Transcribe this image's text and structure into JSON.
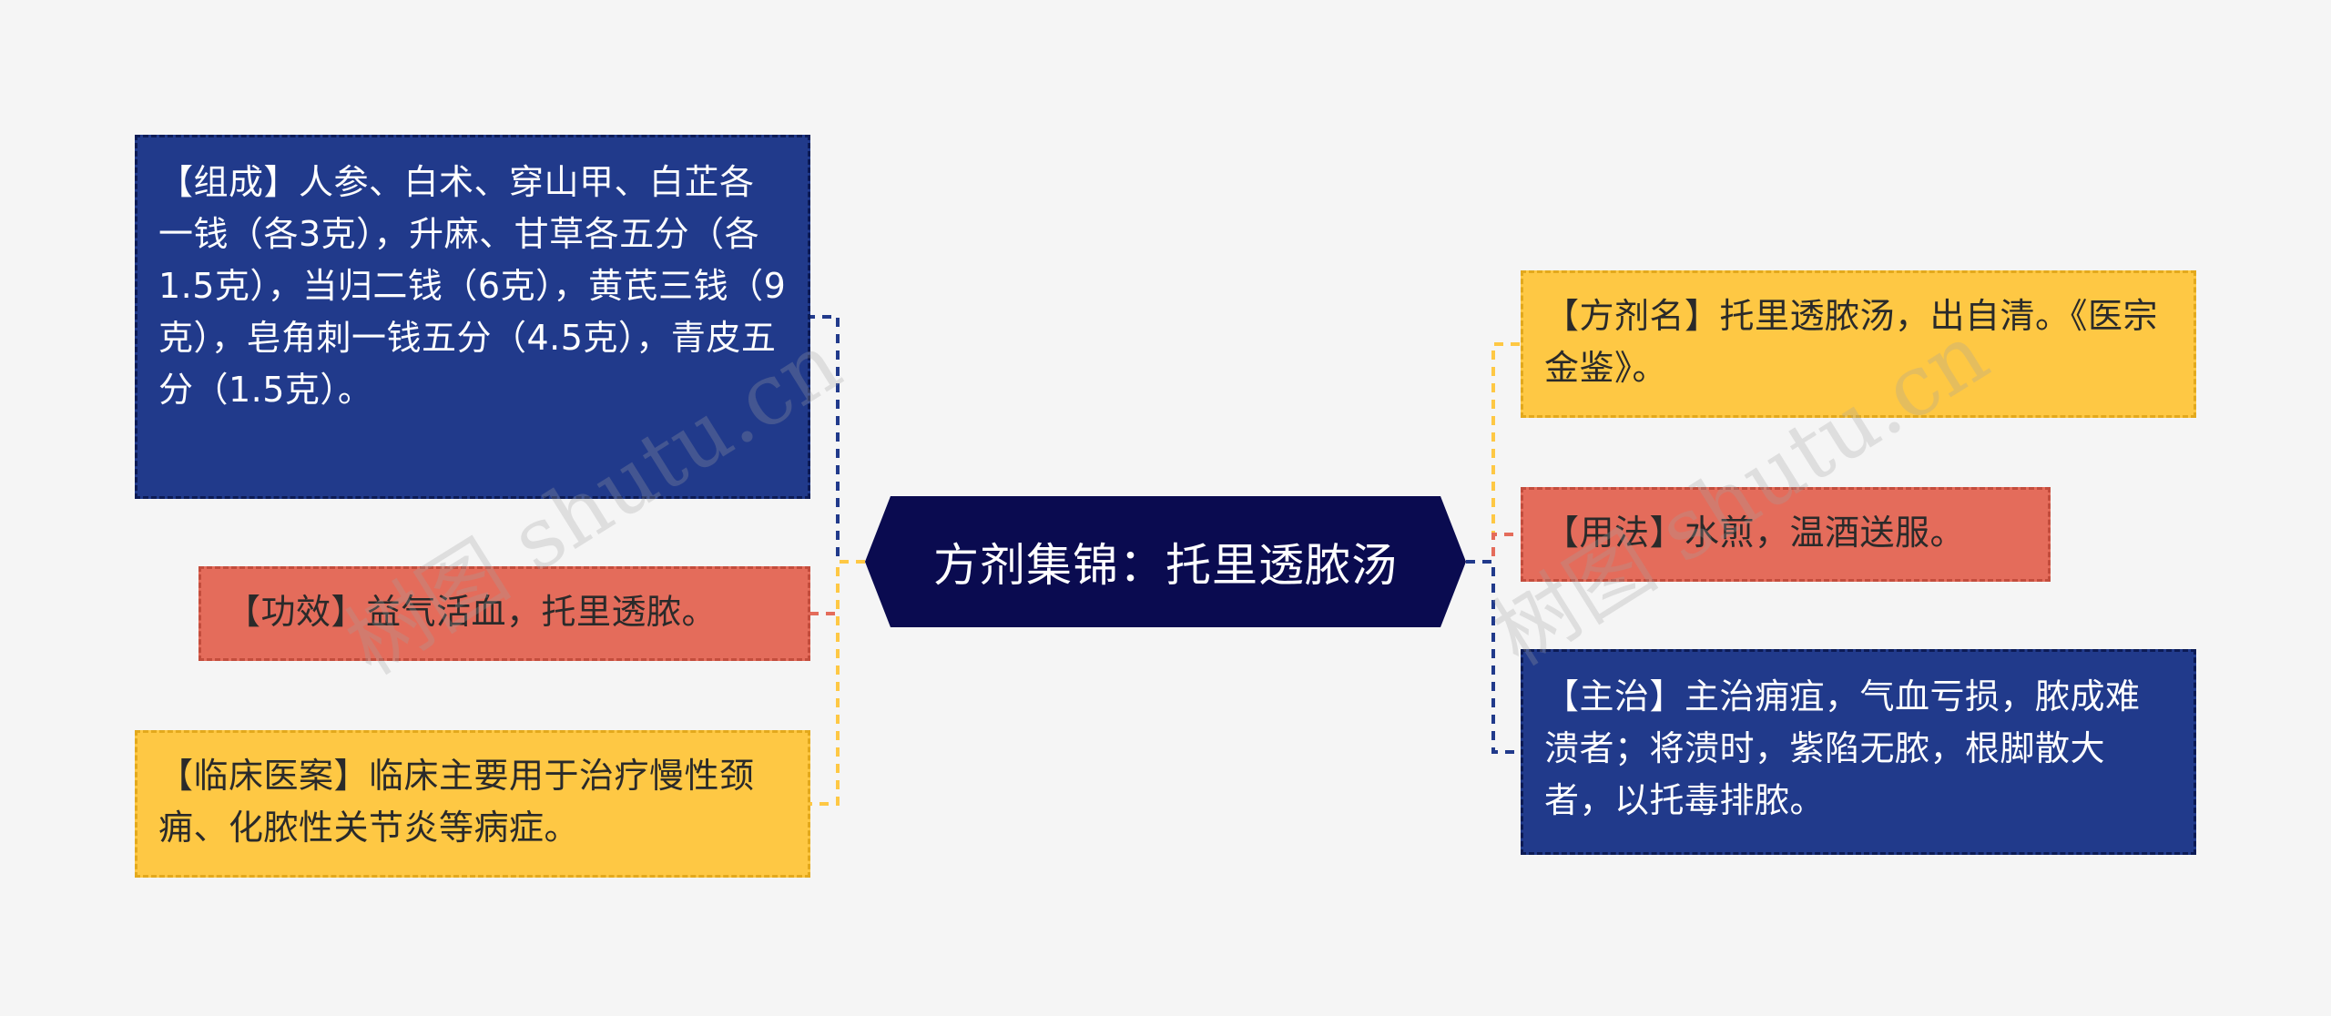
{
  "center": {
    "title": "方剂集锦：托里透脓汤"
  },
  "left_nodes": [
    {
      "id": "composition",
      "text": "【组成】人参、白术、穿山甲、白芷各一钱（各3克），升麻、甘草各五分（各1.5克），当归二钱（6克），黄芪三钱（9克），皂角刺一钱五分（4.5克），青皮五分（1.5克）。"
    },
    {
      "id": "efficacy",
      "text": "【功效】益气活血，托里透脓。"
    },
    {
      "id": "clinical",
      "text": "【临床医案】临床主要用于治疗慢性颈痈、化脓性关节炎等病症。"
    }
  ],
  "right_nodes": [
    {
      "id": "name",
      "text": "【方剂名】托里透脓汤，出自清。《医宗金鉴》。"
    },
    {
      "id": "usage",
      "text": "【用法】水煎，温酒送服。"
    },
    {
      "id": "indication",
      "text": "【主治】主治痈疽，气血亏损，脓成难溃者；将溃时，紫陷无脓，根脚散大者，以托毒排脓。"
    }
  ],
  "watermarks": [
    "树图 shutu.cn",
    "树图 shutu.cn"
  ],
  "colors": {
    "background": "#f5f5f5",
    "center": "#0a0b50",
    "blue": "#213a8b",
    "red": "#e46c5b",
    "yellow": "#fec844",
    "line_blue": "#213a8b",
    "line_red": "#e46c5b",
    "line_yellow": "#fec844"
  }
}
